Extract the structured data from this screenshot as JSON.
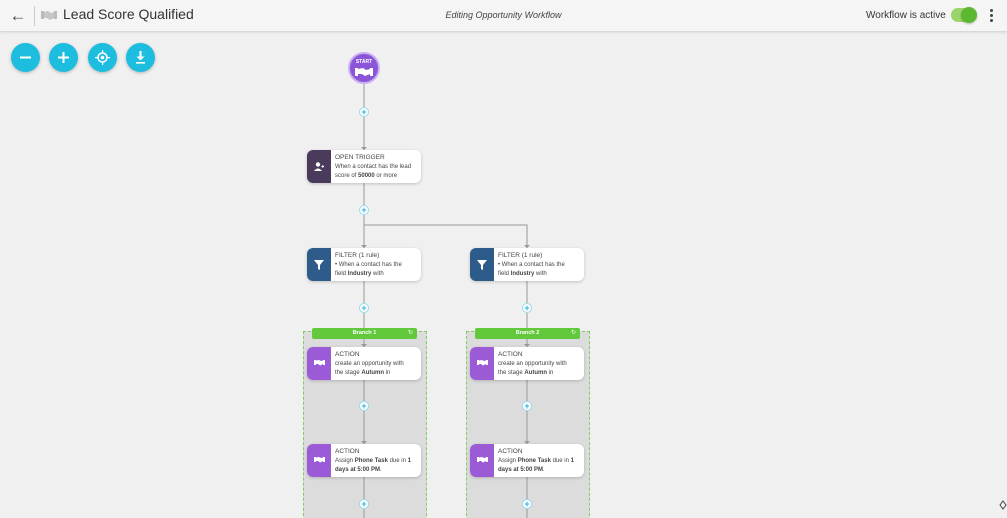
{
  "header": {
    "back_icon": "arrow-left-icon",
    "title": "Lead Score Qualified",
    "subtitle": "Editing Opportunity Workflow",
    "active_label": "Workflow is active",
    "active_toggle_on": true,
    "more_icon": "more-vertical-icon"
  },
  "toolbar": {
    "zoom_out_icon": "minus-icon",
    "zoom_in_icon": "plus-icon",
    "center_icon": "crosshair-icon",
    "download_icon": "download-icon"
  },
  "flow": {
    "start_label": "START",
    "trigger": {
      "title": "OPEN TRIGGER",
      "desc_line1": "When a contact has the lead",
      "desc_pre": "score of ",
      "desc_bold": "50000",
      "desc_post": " or more"
    },
    "filters": [
      {
        "title": "FILTER (1 rule)",
        "line1": "• When a contact has the",
        "pre": "field ",
        "bold": "Industry",
        "post": " with"
      },
      {
        "title": "FILTER (1 rule)",
        "line1": "• When a contact has the",
        "pre": "field ",
        "bold": "Industry",
        "post": " with"
      }
    ],
    "branches": [
      {
        "label": "Branch 1",
        "actions": [
          {
            "title": "ACTION",
            "line1": "create an opportunity with",
            "pre": "the stage ",
            "bold": "Autumn",
            "post": " in"
          },
          {
            "title": "ACTION",
            "line1_pre": "Assign ",
            "line1_bold": "Phone Task",
            "line1_post": " due in ",
            "line1_bold2": "1",
            "line2_bold": "days at 5:00 PM",
            "line2_post": "."
          }
        ]
      },
      {
        "label": "Branch 2",
        "actions": [
          {
            "title": "ACTION",
            "line1": "create an opportunity with",
            "pre": "the stage ",
            "bold": "Autumn",
            "post": " in"
          },
          {
            "title": "ACTION",
            "line1_pre": "Assign ",
            "line1_bold": "Phone Task",
            "line1_post": " due in ",
            "line1_bold2": "1",
            "line2_bold": "days at 5:00 PM",
            "line2_post": "."
          }
        ]
      }
    ]
  },
  "colors": {
    "accent": "#1dbde0",
    "start": "#8b55d8",
    "trigger": "#4a3a5c",
    "filter": "#2d5c8a",
    "action": "#9b5bd6",
    "branch": "#62c93c",
    "toggle": "#5cb82e"
  }
}
